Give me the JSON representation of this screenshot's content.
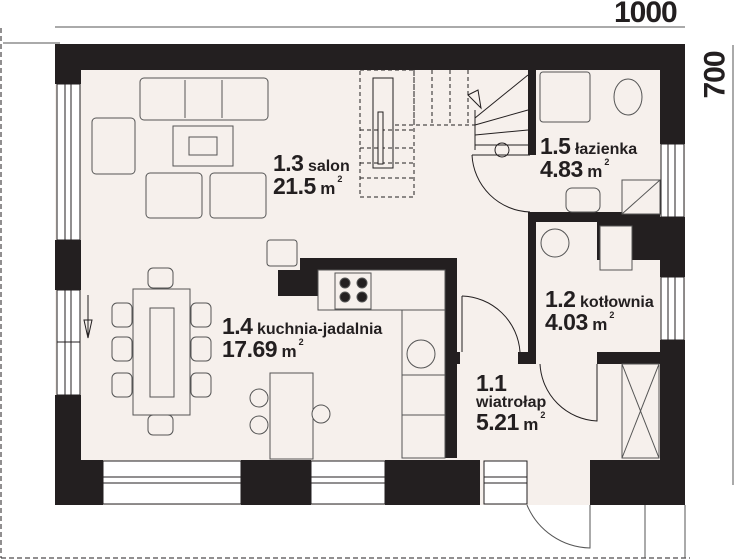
{
  "dimensions": {
    "width_label": "1000",
    "height_label": "700"
  },
  "rooms": [
    {
      "number": "1.1",
      "name": "wiatrołap",
      "area": "5.21",
      "unit": "m",
      "sup": "2"
    },
    {
      "number": "1.2",
      "name": "kotłownia",
      "area": "4.03",
      "unit": "m",
      "sup": "2"
    },
    {
      "number": "1.3",
      "name": "salon",
      "area": "21.5",
      "unit": "m",
      "sup": "2"
    },
    {
      "number": "1.4",
      "name": "kuchnia-jadalnia",
      "area": "17.69",
      "unit": "m",
      "sup": "2"
    },
    {
      "number": "1.5",
      "name": "łazienka",
      "area": "4.83",
      "unit": "m",
      "sup": "2"
    }
  ],
  "colors": {
    "wall": "#231f20",
    "floor": "#f6f0ec",
    "line": "#555555"
  }
}
